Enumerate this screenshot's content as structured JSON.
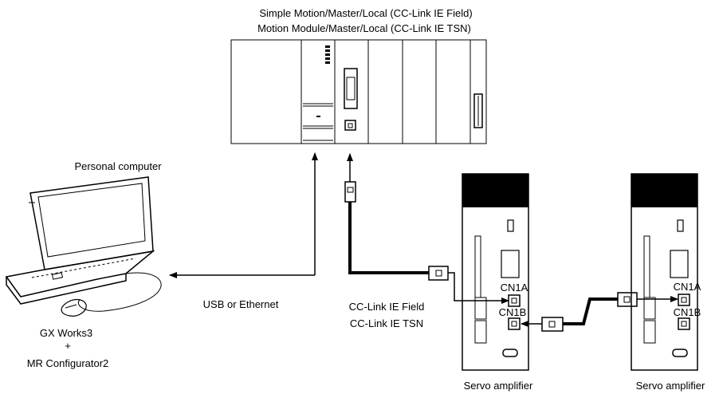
{
  "header": {
    "line1": "Simple Motion/Master/Local (CC-Link IE Field)",
    "line2": "Motion Module/Master/Local (CC-Link IE TSN)"
  },
  "pc": {
    "title": "Personal computer",
    "software_line1": "GX Works3",
    "software_plus": "+",
    "software_line2": "MR Configurator2"
  },
  "connections": {
    "usb_ethernet": "USB or Ethernet",
    "network_line1": "CC-Link IE Field",
    "network_line2": "CC-Link IE TSN"
  },
  "amplifiers": [
    {
      "label": "Servo amplifier",
      "cn1a": "CN1A",
      "cn1b": "CN1B"
    },
    {
      "label": "Servo amplifier",
      "cn1a": "CN1A",
      "cn1b": "CN1B"
    }
  ]
}
